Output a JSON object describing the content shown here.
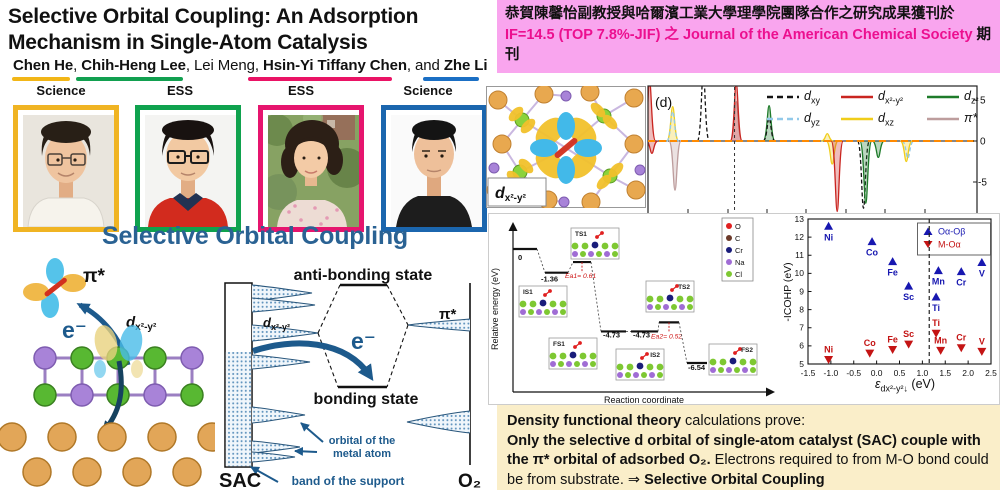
{
  "header": {
    "title_lines": [
      "Selective Orbital Coupling: An Adsorption",
      "Mechanism in Single-Atom Catalysis"
    ],
    "author_segments": [
      {
        "text": "Chen He"
      },
      {
        "text": ", "
      },
      {
        "text": "Chih-Heng Lee"
      },
      {
        "text": ", Lei Meng, "
      },
      {
        "text": "Hsin-Yi Tiffany Chen"
      },
      {
        "text": ", and "
      },
      {
        "text": "Zhe Li"
      }
    ],
    "underlines": [
      {
        "color": "#f2b617"
      },
      {
        "color": "#12a050"
      },
      {
        "color": "#ea1365"
      },
      {
        "color": "#1b6fc4"
      }
    ],
    "affiliations": [
      "Science",
      "ESS",
      "ESS",
      "Science"
    ]
  },
  "announcement": {
    "bg": "#f9a5ee",
    "highlight_color": "#ec0f8f",
    "segments": [
      {
        "text": "恭賀"
      },
      {
        "text": "陳馨怡副教授"
      },
      {
        "text": "與哈爾濱工業大學理學院團隊合作之研究成果獲刊於 "
      },
      {
        "text": "IF=14.5 (TOP 7.8%-JIF) 之 Journal of the American Chemical Society "
      },
      {
        "text": "期刊"
      }
    ]
  },
  "photos": [
    {
      "border": "#f0b423"
    },
    {
      "border": "#0fa24e"
    },
    {
      "border": "#e6156e"
    },
    {
      "border": "#1b66ae"
    }
  ],
  "orbital_panel": {
    "label_main": "d",
    "label_sub": "x²-y²"
  },
  "coupling_diagram": {
    "heading": "Selective Orbital Coupling",
    "heading_color": "#2a6293",
    "pi_star": "π*",
    "electron": "e⁻",
    "d_label_main": "d",
    "d_label_sub": "x²-y²",
    "antibonding": "anti-bonding state",
    "bonding": "bonding state",
    "band_d_main": "d",
    "band_d_sub": "x²-y²",
    "band_pi": "π*",
    "band_electron": "e⁻",
    "orbital_note_1": "orbital of the",
    "orbital_note_2": "metal atom",
    "band_note": "band of the support",
    "sac": "SAC",
    "o2": "O₂"
  },
  "conclusion": {
    "bg": "#faeec9",
    "segments": [
      {
        "text": "Density functional theory"
      },
      {
        "text": " calculations prove:"
      },
      {
        "text": "Only the selective d orbital of single-atom catalyst (SAC) couple with the π* orbital of adsorbed O₂."
      },
      {
        "text": " Electrons required to from M-O bond could be from substrate. ⇒ "
      },
      {
        "text": "Selective Orbital Coupling"
      }
    ]
  },
  "chart_data": [
    {
      "type": "line",
      "name": "projected-density-of-states",
      "panel_label": "(d)",
      "legend": [
        {
          "main": "d",
          "sub": "xy",
          "color": "#141414",
          "dash": "6,4"
        },
        {
          "main": "d",
          "sub": "x²-y²",
          "color": "#c92520",
          "dash": "none"
        },
        {
          "main": "d",
          "sub": "z²",
          "color": "#1e7b2a",
          "dash": "none"
        },
        {
          "main": "d",
          "sub": "yz",
          "color": "#92c9e9",
          "dash": "6,4"
        },
        {
          "main": "d",
          "sub": "xz",
          "color": "#f0cd1a",
          "dash": "none"
        },
        {
          "main": "π*",
          "sub": "",
          "color": "#bd9d9d",
          "dash": "none"
        }
      ],
      "yticks": [
        "5",
        "0",
        "-5"
      ],
      "zero_line_color": "#ff8a00",
      "fermi_x": 0.263,
      "peaks": [
        {
          "x": 0.005,
          "h": 7.2,
          "color": "red"
        },
        {
          "x": 0.075,
          "h": 4.2,
          "color": "yellow"
        },
        {
          "x": 0.075,
          "h": 3.6,
          "color": "lightblue",
          "dash": true
        },
        {
          "x": 0.168,
          "h": 8.3,
          "color": "black",
          "dash": true
        },
        {
          "x": 0.268,
          "h": 4.8,
          "color": "pi"
        },
        {
          "x": 0.268,
          "h": 7.0,
          "color": "red"
        },
        {
          "x": 0.368,
          "h": 4.3,
          "color": "green"
        },
        {
          "x": 0.368,
          "h": 2.8,
          "color": "black",
          "dash": true
        },
        {
          "x": 0.545,
          "h": 0.9,
          "color": "yellow"
        },
        {
          "x": 0.012,
          "h": -1.5,
          "color": "red"
        },
        {
          "x": 0.082,
          "h": -6.0,
          "color": "pi"
        },
        {
          "x": 0.56,
          "h": -2.8,
          "color": "yellow"
        },
        {
          "x": 0.575,
          "h": -8.6,
          "color": "red"
        },
        {
          "x": 0.655,
          "h": -8.2,
          "color": "black",
          "dash": true
        },
        {
          "x": 0.662,
          "h": -7.6,
          "color": "green"
        },
        {
          "x": 0.7,
          "h": -2.0,
          "color": "green"
        },
        {
          "x": 0.785,
          "h": -2.5,
          "color": "yellow"
        },
        {
          "x": 0.79,
          "h": -2.1,
          "color": "lightblue",
          "dash": true
        }
      ]
    },
    {
      "type": "line",
      "name": "reaction-energy-profile",
      "ylabel": "Relative energy (eV)",
      "xlabel": "Reaction coordinate",
      "levels": [
        {
          "label": "0",
          "value": 0
        },
        {
          "label": "-1.36",
          "value": -1.36
        },
        {
          "label": "TS1",
          "value": -0.75,
          "barrier_label": "Ea1= 0.61"
        },
        {
          "label": "-4.73",
          "value": -4.73
        },
        {
          "label": "-4.73",
          "value": -4.73
        },
        {
          "label": "TS2",
          "value": -4.21,
          "barrier_label": "Ea2= 0.52"
        },
        {
          "label": "-6.54",
          "value": -6.54
        }
      ],
      "insets": [
        "IS1",
        "TS1",
        "FS1",
        "IS2",
        "TS2",
        "FS2"
      ],
      "legend": [
        {
          "label": "O",
          "color": "#e02020"
        },
        {
          "label": "C",
          "color": "#6b3a2a"
        },
        {
          "label": "Cr",
          "color": "#191c7a"
        },
        {
          "label": "Na",
          "color": "#a06cd5"
        },
        {
          "label": "Cl",
          "color": "#7ec832"
        }
      ]
    },
    {
      "type": "scatter",
      "name": "icohp-vs-epsilon",
      "ylabel": "-ICOHP (eV)",
      "xlabel_pre": "ε",
      "xlabel_sub": "dx²-y²↓",
      "xlabel_post": " (eV)",
      "xlim": [
        -1.5,
        2.5
      ],
      "ylim": [
        5,
        13
      ],
      "xticks": [
        "-1.5",
        "-1.0",
        "-0.5",
        "0.0",
        "0.5",
        "1.0",
        "1.5",
        "2.0",
        "2.5"
      ],
      "yticks": [
        "5",
        "6",
        "7",
        "8",
        "9",
        "10",
        "11",
        "12",
        "13"
      ],
      "vline": 1.15,
      "legend": [
        {
          "label": "Oα-Oβ",
          "color": "#1717b0"
        },
        {
          "label": "M-Oα",
          "color": "#c41414"
        }
      ],
      "series": [
        {
          "name": "Oα-Oβ",
          "color": "#1717b0",
          "marker": "up",
          "label_dy": 14,
          "points": [
            {
              "el": "Ni",
              "x": -1.05,
              "y": 12.6
            },
            {
              "el": "Co",
              "x": -0.1,
              "y": 11.75
            },
            {
              "el": "Fe",
              "x": 0.35,
              "y": 10.65
            },
            {
              "el": "Sc",
              "x": 0.7,
              "y": 9.3
            },
            {
              "el": "Ti",
              "x": 1.3,
              "y": 8.7
            },
            {
              "el": "Mn",
              "x": 1.35,
              "y": 10.15
            },
            {
              "el": "Cr",
              "x": 1.85,
              "y": 10.1
            },
            {
              "el": "V",
              "x": 2.3,
              "y": 10.6
            }
          ]
        },
        {
          "name": "M-Oα",
          "color": "#c41414",
          "marker": "down",
          "label_dy": -7,
          "points": [
            {
              "el": "Ni",
              "x": -1.05,
              "y": 5.25
            },
            {
              "el": "Co",
              "x": -0.15,
              "y": 5.6
            },
            {
              "el": "Fe",
              "x": 0.35,
              "y": 5.8
            },
            {
              "el": "Sc",
              "x": 0.7,
              "y": 6.1
            },
            {
              "el": "Ti",
              "x": 1.3,
              "y": 6.7
            },
            {
              "el": "Mn",
              "x": 1.4,
              "y": 5.75
            },
            {
              "el": "Cr",
              "x": 1.85,
              "y": 5.9
            },
            {
              "el": "V",
              "x": 2.3,
              "y": 5.7
            }
          ]
        }
      ]
    }
  ]
}
